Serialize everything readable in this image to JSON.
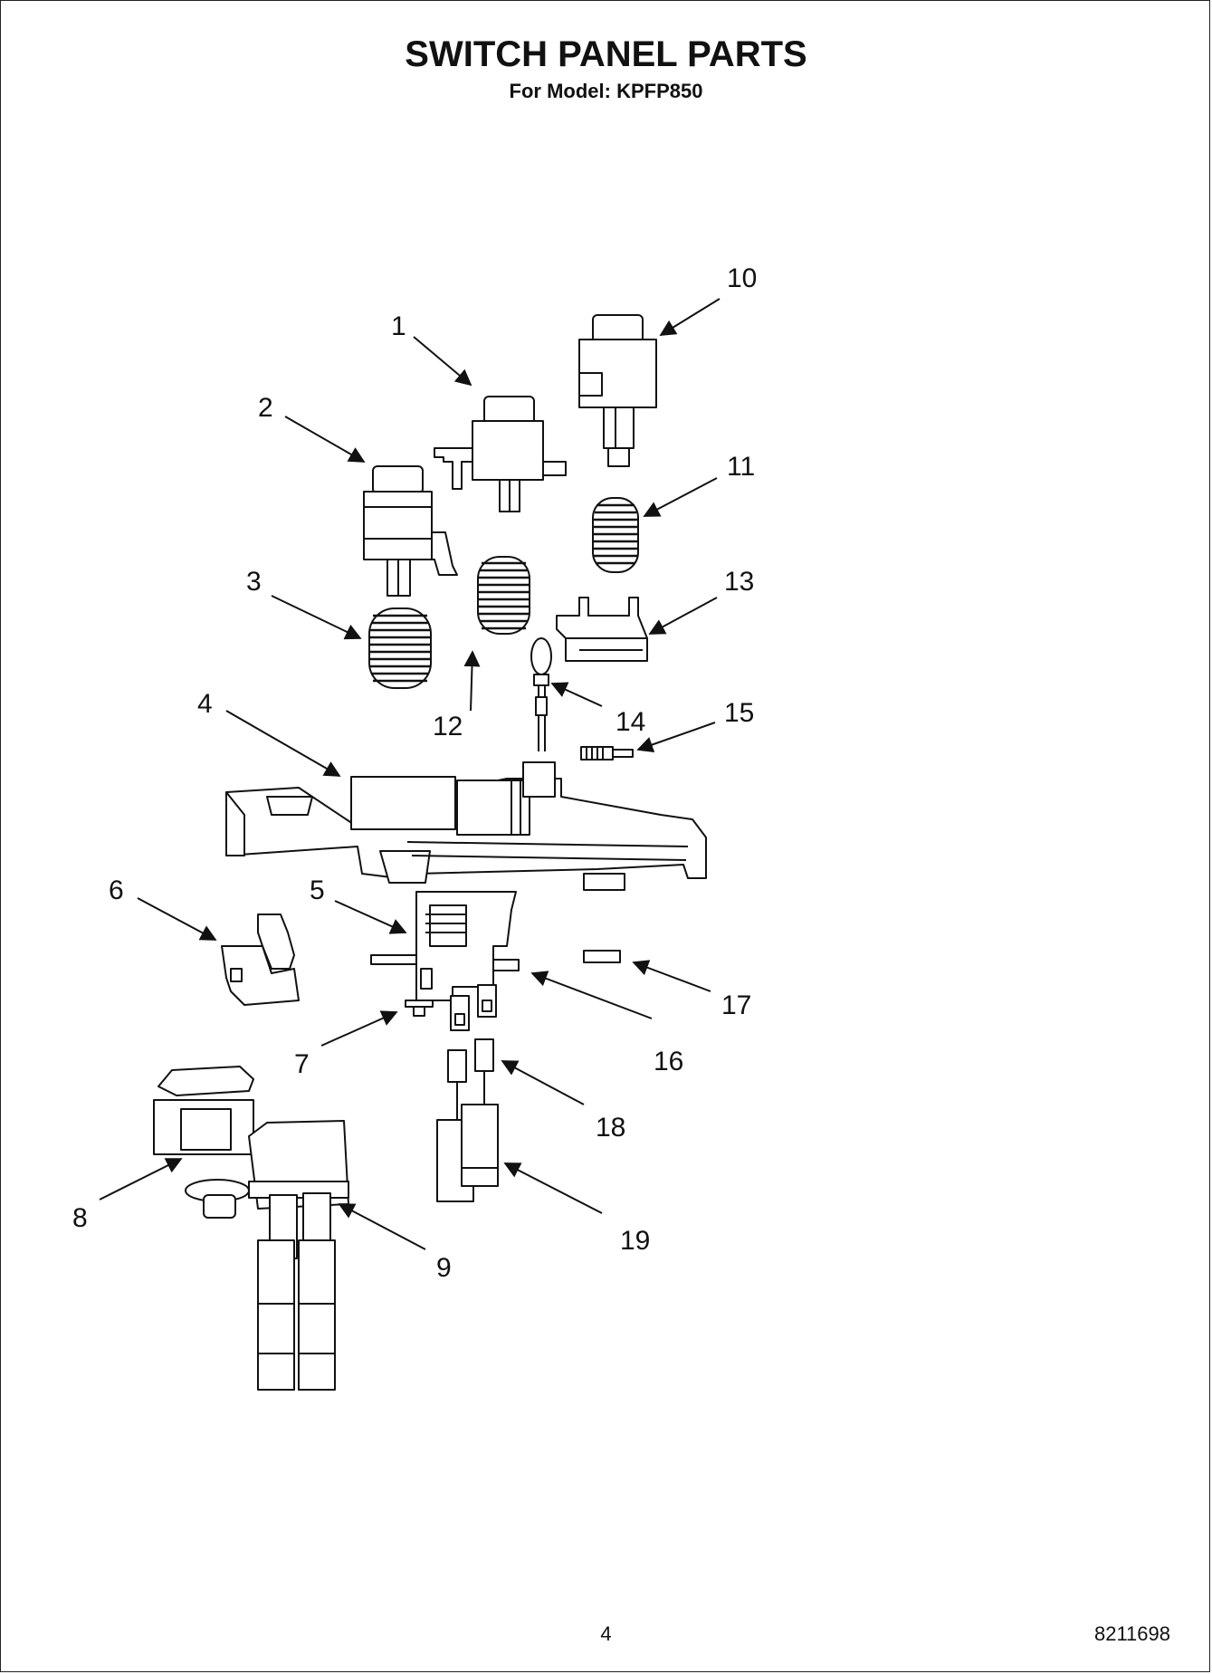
{
  "page": {
    "title": "SWITCH PANEL PARTS",
    "subtitle": "For Model: KPFP850",
    "page_number": "4",
    "document_code": "8211698"
  },
  "callouts": {
    "c1": "1",
    "c2": "2",
    "c3": "3",
    "c4": "4",
    "c5": "5",
    "c6": "6",
    "c7": "7",
    "c8": "8",
    "c9": "9",
    "c10": "10",
    "c11": "11",
    "c12": "12",
    "c13": "13",
    "c14": "14",
    "c15": "15",
    "c16": "16",
    "c17": "17",
    "c18": "18",
    "c19": "19"
  },
  "colors": {
    "line": "#111111",
    "background": "#ffffff"
  }
}
